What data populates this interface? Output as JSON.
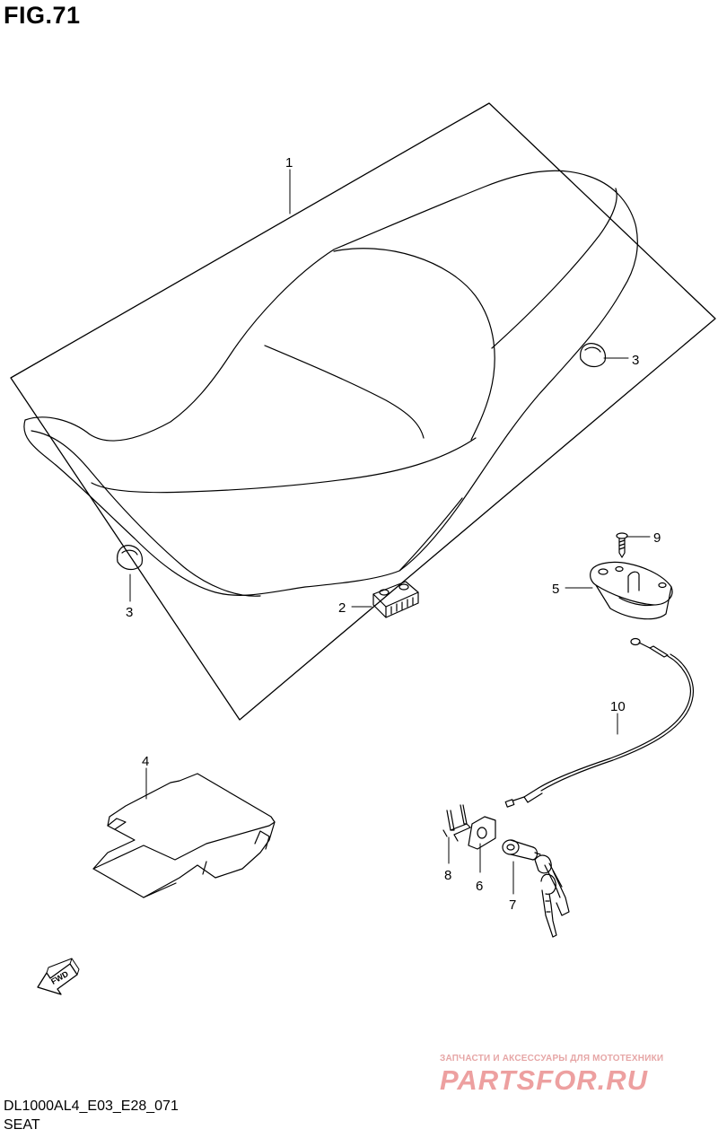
{
  "figure": {
    "title": "FIG.71",
    "model_code": "DL1000AL4_E03_E28_071",
    "section_name": "SEAT"
  },
  "callouts": {
    "seat": "1",
    "rubber_block": "2",
    "cushion_left": "3",
    "cushion_right": "3",
    "tray": "4",
    "lock_bracket": "5",
    "plate": "6",
    "lock_set": "7",
    "clip": "8",
    "screw": "9",
    "cable": "10"
  },
  "direction_badge": "FWD",
  "watermark": {
    "line1": "ЗАПЧАСТИ И АКСЕССУАРЫ ДЛЯ МОТОТЕХНИКИ",
    "line2": "PARTSFOR.RU"
  }
}
